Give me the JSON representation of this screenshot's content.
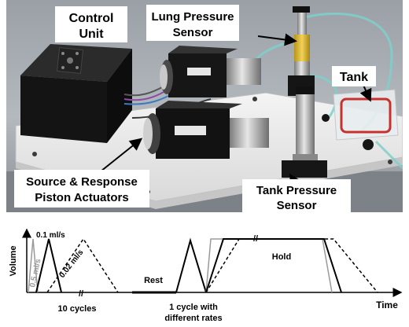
{
  "photo_labels": {
    "control_unit": [
      "Control",
      "Unit"
    ],
    "lung_sensor": [
      "Lung Pressure",
      "Sensor"
    ],
    "tank": "Tank",
    "actuators": [
      "Source & Response",
      "Piston Actuators"
    ],
    "tank_sensor": [
      "Tank Pressure",
      "Sensor"
    ]
  },
  "plot": {
    "ylabel": "Volume",
    "xlabel": "Time",
    "break_mark": "//",
    "rate_labels": [
      "0.1 ml/s",
      "0.5 ml/s",
      "0.02 ml/s"
    ],
    "phase_labels": {
      "cycles": "10 cycles",
      "rest": "Rest",
      "single": [
        "1 cycle with",
        "different rates"
      ],
      "hold": "Hold"
    },
    "line_styles": {
      "0.1 ml/s": "#000000",
      "0.5 ml/s": "#9a9a9a",
      "0.02 ml/s": "dashed #000000"
    }
  }
}
